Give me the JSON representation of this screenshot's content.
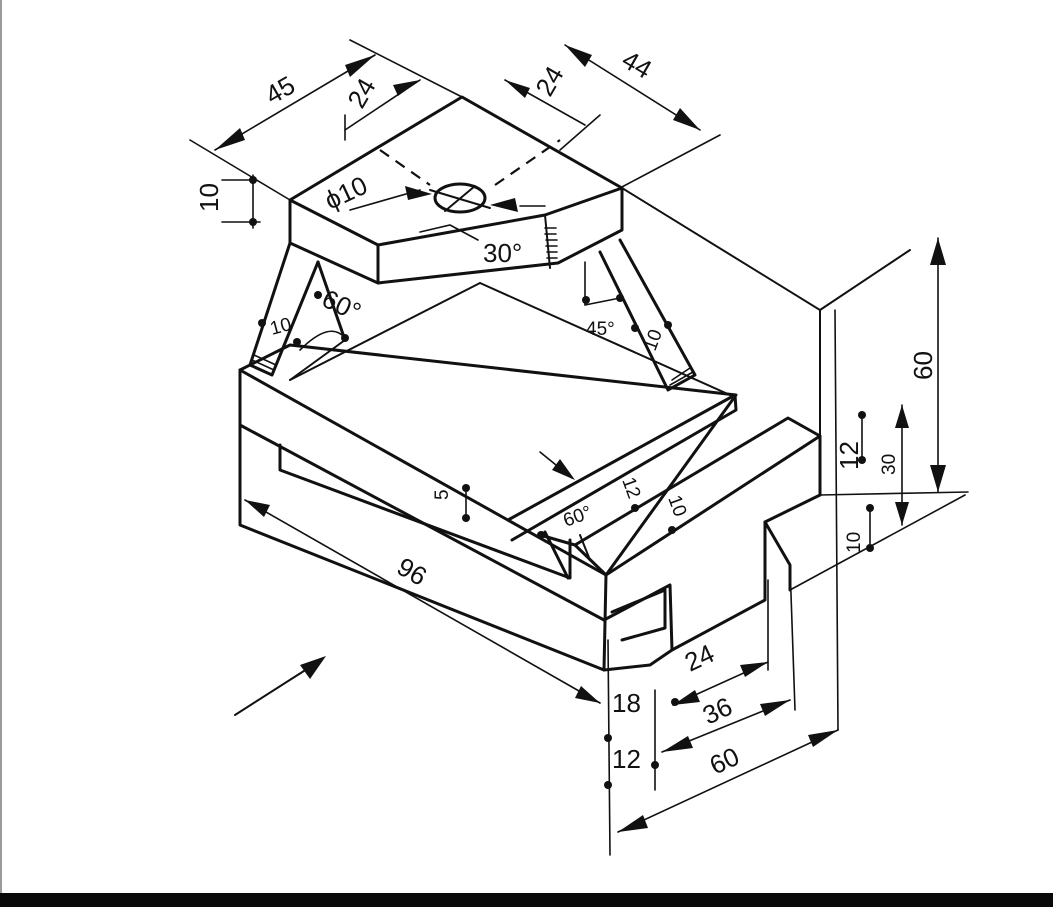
{
  "dimensions": {
    "top_width": "45",
    "top_offset_left": "24",
    "top_offset_right": "24",
    "top_depth": "44",
    "top_thickness": "10",
    "hole_diameter": "ϕ10",
    "top_chamfer_angle": "30°",
    "left_strut_angle": "60°",
    "left_strut_width": "10",
    "right_strut_angle": "45°",
    "right_strut_width": "10",
    "total_height": "60",
    "step_height": "12",
    "mid_height": "30",
    "bottom_height": "10",
    "length": "96",
    "rail_height": "5",
    "groove_angle": "60°",
    "groove_width": "12",
    "groove_depth": "10",
    "slot_width": "24",
    "slot_span": "36",
    "base_width": "60",
    "front_upper": "18",
    "front_lower": "12"
  },
  "viewing_direction": "arrow"
}
